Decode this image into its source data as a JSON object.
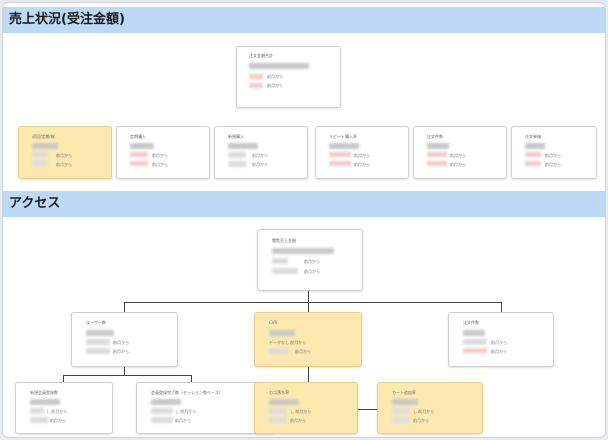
{
  "sections": {
    "sales": "売上状況(受注金額)",
    "access": "アクセス"
  },
  "sales_cards": {
    "top": {
      "title": "注文金額合計",
      "r1": "前月から",
      "r2": "前月から"
    },
    "c1": {
      "title": "初回/定期/総",
      "r1": "前月から",
      "r2": "前月から"
    },
    "c2": {
      "title": "定期購入",
      "r1": "前月から",
      "r2": "前月から"
    },
    "c3": {
      "title": "新規購入",
      "r1": "前月から",
      "r2": "前月から"
    },
    "c4": {
      "title": "リピート購入率",
      "r1": "前月から",
      "r2": "前月から"
    },
    "c5": {
      "title": "注文件数",
      "r1": "前月から",
      "r2": "前月から"
    },
    "c6": {
      "title": "注文単価",
      "r1": "前月から",
      "r2": "前月から"
    }
  },
  "access_cards": {
    "top": {
      "title": "閲覧売上金額",
      "r1": "前月から",
      "r2": "前月から"
    },
    "users": {
      "title": "ユーザー数",
      "r1": "前月から",
      "r2": "前月から"
    },
    "cvr": {
      "title": "CVR",
      "r1": "データなし 前月から",
      "r2": "前月から"
    },
    "orders": {
      "title": "注文件数",
      "r1": "前月から",
      "r2": "前月から"
    },
    "new_users": {
      "title": "新規会員登録数",
      "r1": "し 前月から",
      "r2": "前月から"
    },
    "pageviews": {
      "title": "会員登録完了数（セッション数ベース）",
      "r1": "し 前月から",
      "r2": "前月から"
    },
    "cart": {
      "title": "カゴ落ち率",
      "r1": "し 前月から",
      "r2": "前月から"
    },
    "cart_flow": {
      "title": "カート追加率",
      "r1": "し 前月から",
      "r2": "前月から"
    }
  }
}
